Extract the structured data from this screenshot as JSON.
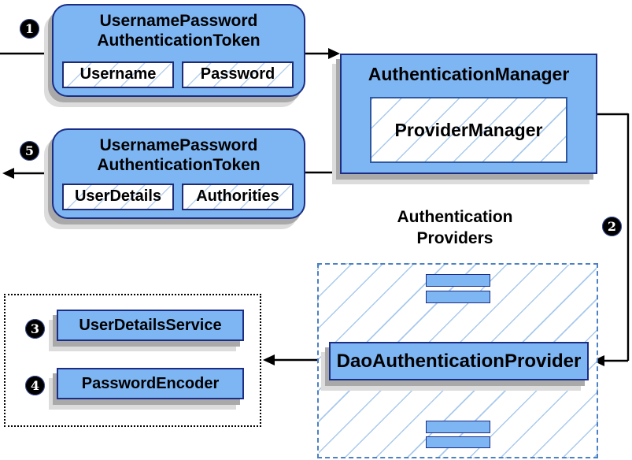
{
  "steps": {
    "one": "1",
    "two": "2",
    "three": "3",
    "four": "4",
    "five": "5"
  },
  "request_token": {
    "title1": "UsernamePassword",
    "title2": "AuthenticationToken",
    "field1": "Username",
    "field2": "Password"
  },
  "auth_manager": {
    "title": "AuthenticationManager",
    "inner": "ProviderManager"
  },
  "result_token": {
    "title1": "UsernamePassword",
    "title2": "AuthenticationToken",
    "field1": "UserDetails",
    "field2": "Authorities"
  },
  "providers": {
    "label1": "Authentication",
    "label2": "Providers",
    "main": "DaoAuthenticationProvider"
  },
  "services": {
    "item1": "UserDetailsService",
    "item2": "PasswordEncoder"
  },
  "colors": {
    "node_fill": "#7eb6f4",
    "node_border": "#1b2d85",
    "hatch_line": "#9fc6ec",
    "dashed_border": "#4d80c4",
    "shadow_dark": "#a9a9a9",
    "shadow_light": "#dcdcdc",
    "arrow": "#000000",
    "badge_bg": "#000000",
    "badge_text": "#ffffff"
  }
}
